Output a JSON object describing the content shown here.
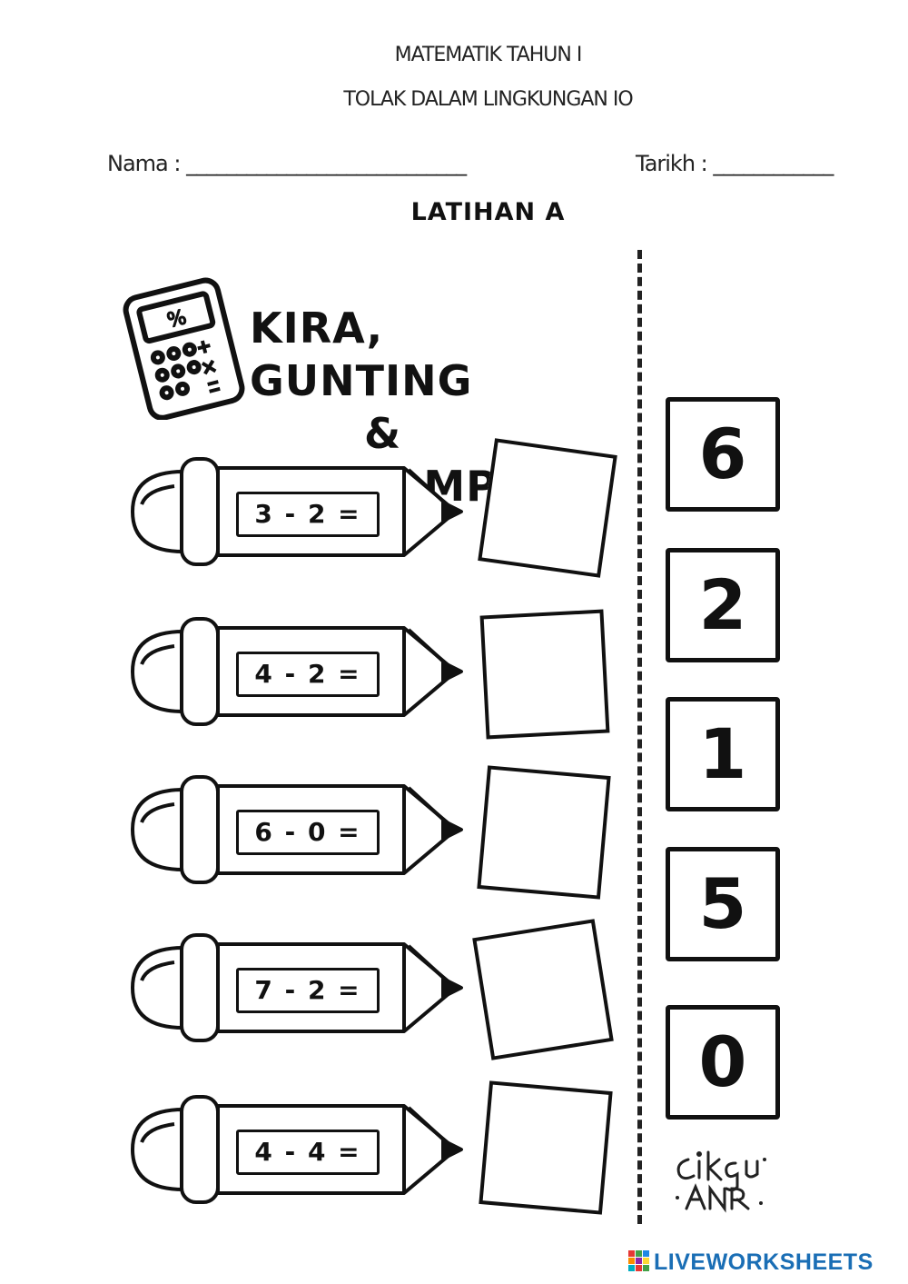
{
  "header": {
    "title_line1": "MATEMATIK TAHUN I",
    "title_line2": "TOLAK DALAM LINGKUNGAN IO",
    "nama": "Nama : ____________________________",
    "tarikh": "Tarikh : ____________",
    "exercise": "LATIHAN A"
  },
  "banner": {
    "line1": "KIRA, GUNTING",
    "line2": "& TAMPAL"
  },
  "questions": [
    {
      "equation": "3 - 2 ="
    },
    {
      "equation": "4 - 2 ="
    },
    {
      "equation": "6 - 0 ="
    },
    {
      "equation": "7 - 2 ="
    },
    {
      "equation": "4 - 4 ="
    }
  ],
  "answer_cards": [
    "6",
    "2",
    "1",
    "5",
    "0"
  ],
  "signature": "cikgu ANR",
  "brand": "LIVEWORKSHEETS"
}
